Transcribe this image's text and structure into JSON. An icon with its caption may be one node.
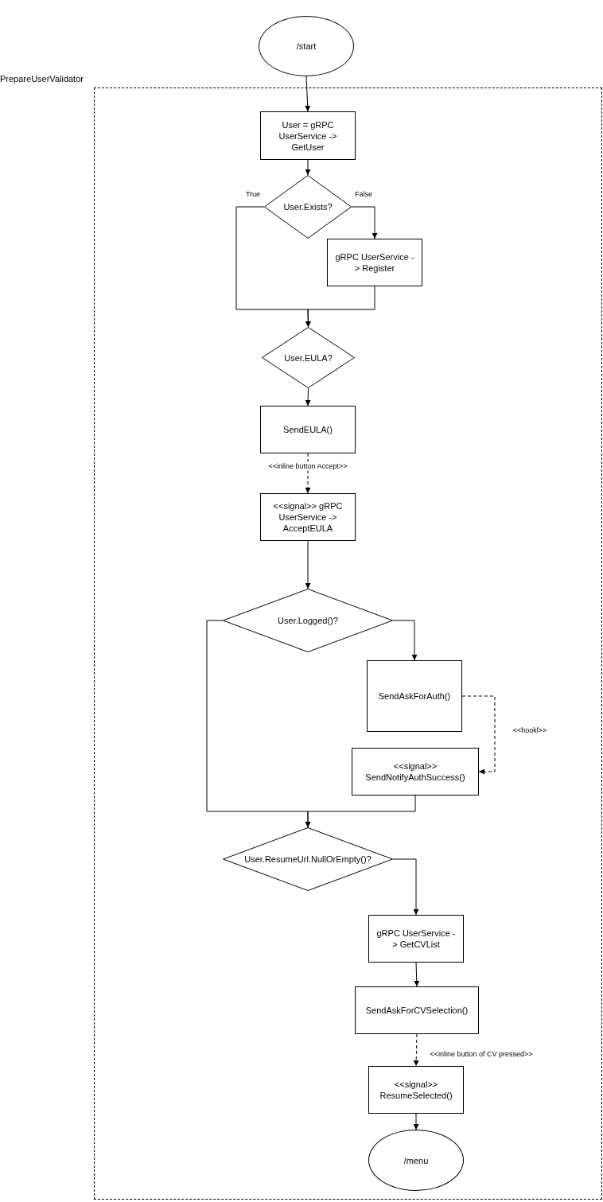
{
  "diagram": {
    "nodes": [
      {
        "text": [
          "/start"
        ]
      },
      {
        "text": [
          "PrepareUserValidator"
        ]
      },
      {
        "text": [
          "User = gRPC UserService -> GetUser"
        ],
        "in": 1
      },
      {
        "text": [
          "User.Exists?"
        ],
        "in": 1
      },
      {
        "text": [
          "gRPC UserService -> Register"
        ],
        "in": 1
      },
      {
        "text": [
          "User.EULA?"
        ],
        "in": 1
      },
      {
        "text": [
          "SendEULA()"
        ],
        "in": 1
      },
      {
        "text": [
          "<<signal>> gRPC UserService -> AcceptEULA"
        ],
        "in": 1
      },
      {
        "text": [
          "User.Logged()?"
        ],
        "in": 1
      },
      {
        "text": [
          "SendAskForAuth()"
        ],
        "in": 1
      },
      {
        "text": [
          "<<signal>> SendNotifyAuthSuccess()"
        ],
        "in": 1
      },
      {
        "text": [
          "User.ResumeUrl.NullOrEmpty()?"
        ],
        "in": 1
      },
      {
        "text": [
          "gRPC UserService -> GetCVList"
        ],
        "in": 1
      },
      {
        "text": [
          "SendAskForCVSelection()"
        ],
        "in": 1
      },
      {
        "text": [
          "<<signal>> ResumeSelected()"
        ],
        "in": 1
      },
      {
        "text": [
          "/menu"
        ],
        "in": 1
      }
    ],
    "edges": [
      {
        "from": 0,
        "to": 2,
        "arrow": "to"
      },
      {
        "from": 2,
        "to": 3,
        "arrow": "to"
      },
      {
        "from": 3,
        "to": 4,
        "arrow": "to",
        "label": "False"
      },
      {
        "from": 3,
        "to": 5,
        "arrow": "to",
        "label": "True"
      },
      {
        "from": 4,
        "to": 5,
        "arrow": "to"
      },
      {
        "from": 5,
        "to": 6,
        "arrow": "to"
      },
      {
        "from": 6,
        "to": 7,
        "arrow": "to",
        "style": "dashed",
        "label": "<<inline button Accept>>"
      },
      {
        "from": 7,
        "to": 8,
        "arrow": "to"
      },
      {
        "from": 8,
        "to": 9,
        "arrow": "to"
      },
      {
        "from": 8,
        "to": 11,
        "arrow": "to"
      },
      {
        "from": 10,
        "to": 11,
        "arrow": "to"
      },
      {
        "from": 9,
        "to": 10,
        "arrow": "to",
        "style": "dashed",
        "label": "<<hookl>>"
      },
      {
        "from": 11,
        "to": 12,
        "arrow": "to"
      },
      {
        "from": 12,
        "to": 13,
        "arrow": "to"
      },
      {
        "from": 13,
        "to": 14,
        "arrow": "to",
        "style": "dashed",
        "label": "<<inline button of CV pressed>>"
      },
      {
        "from": 14,
        "to": 15,
        "arrow": "to"
      }
    ]
  }
}
